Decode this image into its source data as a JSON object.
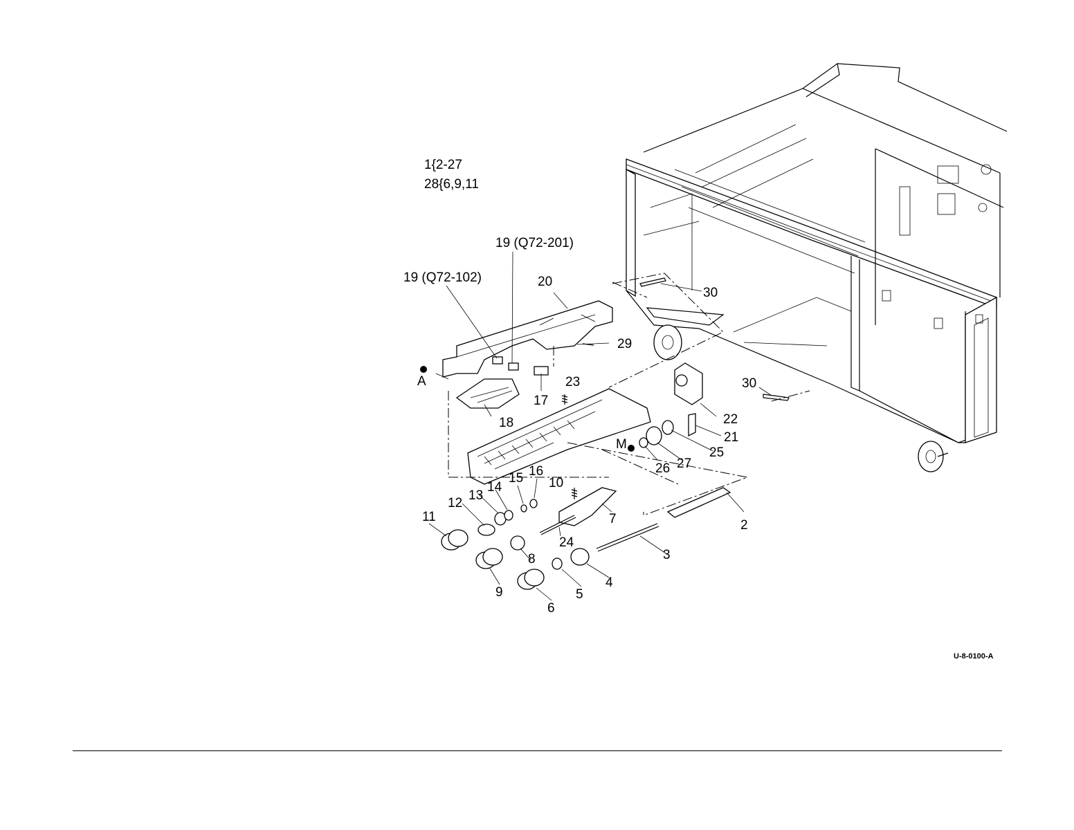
{
  "legend": {
    "line1": "1{2-27",
    "line2": "28{6,9,11"
  },
  "figure_id": "U-8-0100-A",
  "callouts": {
    "c2": "2",
    "c3": "3",
    "c4": "4",
    "c5": "5",
    "c6": "6",
    "c7": "7",
    "c8": "8",
    "c9": "9",
    "c10": "10",
    "c11": "11",
    "c12": "12",
    "c13": "13",
    "c14": "14",
    "c15": "15",
    "c16": "16",
    "c17": "17",
    "c18": "18",
    "c19a": "19 (Q72-102)",
    "c19b": "19 (Q72-201)",
    "c20": "20",
    "c21": "21",
    "c22": "22",
    "c23": "23",
    "c24": "24",
    "c25": "25",
    "c26": "26",
    "c27": "27",
    "c29": "29",
    "c30a": "30",
    "c30b": "30",
    "refA": "A",
    "refM": "M"
  }
}
